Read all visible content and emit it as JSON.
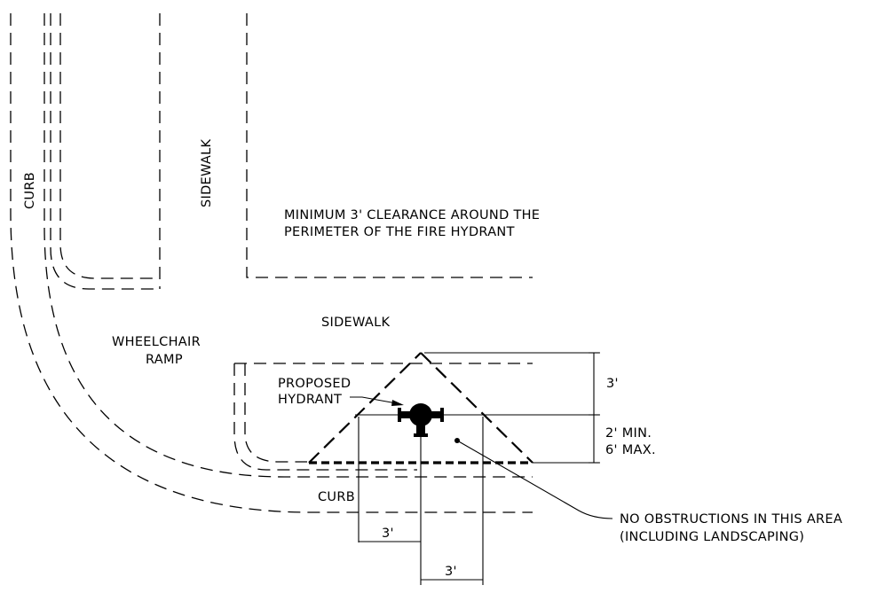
{
  "labels": {
    "curb_left": "CURB",
    "sidewalk_vertical": "SIDEWALK",
    "clearance_line1": "MINIMUM 3' CLEARANCE AROUND THE",
    "clearance_line2": "PERIMETER OF THE FIRE HYDRANT",
    "sidewalk_horizontal": "SIDEWALK",
    "ramp_line1": "WHEELCHAIR",
    "ramp_line2": "RAMP",
    "hydrant_line1": "PROPOSED",
    "hydrant_line2": "HYDRANT",
    "curb_bottom": "CURB",
    "no_obstructions_line1": "NO OBSTRUCTIONS IN THIS AREA",
    "no_obstructions_line2": "(INCLUDING LANDSCAPING)"
  },
  "dimensions": {
    "top_offset": "3'",
    "setback_line1": "2' MIN.",
    "setback_line2": "6' MAX.",
    "left_offset": "3'",
    "right_offset": "3'"
  },
  "colors": {
    "ink": "#000000",
    "background": "#ffffff"
  }
}
